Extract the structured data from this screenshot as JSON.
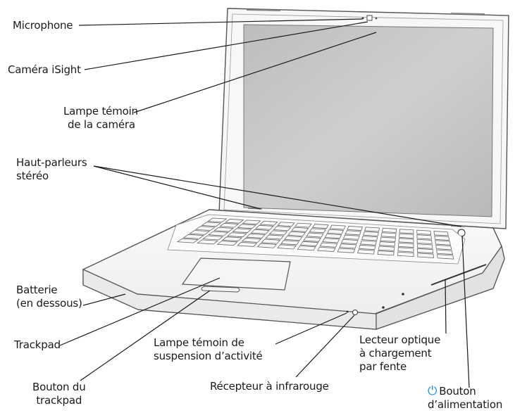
{
  "labels": {
    "microphone": "Microphone",
    "isight_camera": "Caméra iSight",
    "camera_light": [
      "Lampe témoin",
      "de la caméra"
    ],
    "speakers": [
      "Haut-parleurs",
      "stéréo"
    ],
    "battery": [
      "Batterie",
      "(en dessous)"
    ],
    "trackpad": "Trackpad",
    "sleep_light": [
      "Lampe témoin de",
      "suspension d’activité"
    ],
    "trackpad_button": [
      "Bouton du",
      "trackpad"
    ],
    "ir_receiver": "Récepteur à infrarouge",
    "optical_drive": [
      "Lecteur optique",
      "à chargement",
      "par fente"
    ],
    "power_button": [
      "Bouton",
      "d’alimentation"
    ]
  },
  "colors": {
    "leader_line": "#1a1a1a",
    "power_icon": "#1a8fd6",
    "screen": "#c9c9c9",
    "bezel": "#f4f4f4",
    "key": "#f7f7f7",
    "outline": "#555555"
  },
  "icons": {
    "power": "power-icon"
  }
}
